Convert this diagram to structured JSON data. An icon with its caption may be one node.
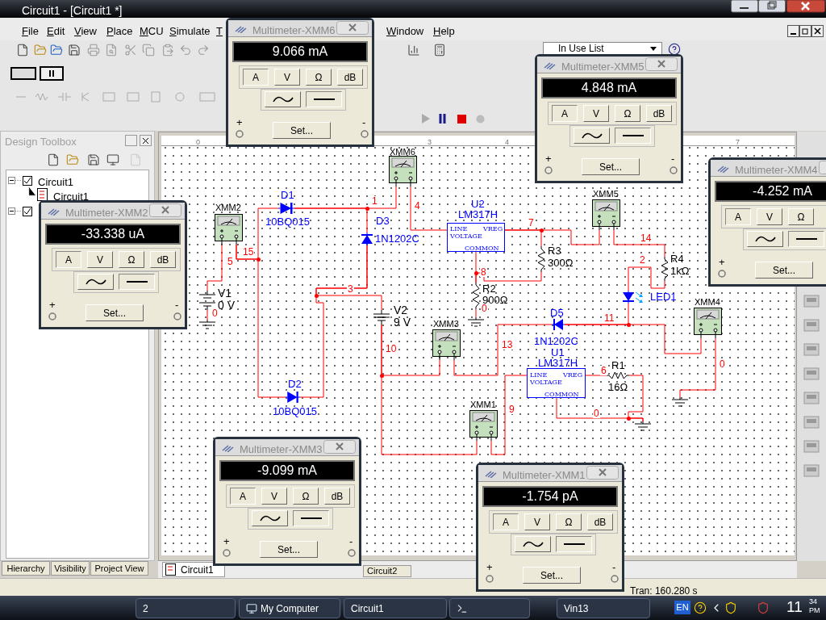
{
  "diagram": {
    "nodes": [
      {
        "text": [
          "XMM2"
        ]
      },
      {
        "text": [
          "V1",
          "0 V"
        ]
      },
      {
        "text": [
          "D1",
          "10BQ015"
        ]
      },
      {
        "text": [
          "D3",
          "1N1202C"
        ]
      },
      {
        "text": [
          "XMM6"
        ]
      },
      {
        "text": [
          "U2",
          "LM317H",
          "LINE VOLTAGE",
          "VREG",
          "COMMON"
        ]
      },
      {
        "text": [
          "R3",
          "300Ω"
        ]
      },
      {
        "text": [
          "XMM5"
        ]
      },
      {
        "text": [
          "R4",
          "1kΩ"
        ]
      },
      {
        "text": [
          "LED1"
        ]
      },
      {
        "text": [
          "R2",
          "900Ω"
        ]
      },
      {
        "text": [
          "V2",
          "9 V"
        ]
      },
      {
        "text": [
          "D2",
          "10BQ015"
        ]
      },
      {
        "text": [
          "XMM3"
        ]
      },
      {
        "text": [
          "D5",
          "1N1202C"
        ]
      },
      {
        "text": [
          "U1",
          "LM317H",
          "LINE VOLTAGE",
          "VREG",
          "COMMON"
        ]
      },
      {
        "text": [
          "R1",
          "16Ω"
        ]
      },
      {
        "text": [
          "XMM4"
        ]
      },
      {
        "text": [
          "XMM1"
        ]
      },
      {
        "text": [],
        "shape": "ground"
      },
      {
        "text": [],
        "shape": "ground"
      },
      {
        "text": [],
        "shape": "ground"
      },
      {
        "text": [],
        "shape": "ground"
      },
      {
        "text": [
          "Multimeter-XMM6",
          "9.066 mA",
          "A",
          "V",
          "Ω",
          "+",
          "Set...",
          "dB",
          "-"
        ]
      },
      {
        "text": [
          "Multimeter-XMM5",
          "4.848 mA",
          "A",
          "V",
          "Ω",
          "+",
          "Set...",
          "dB",
          "-"
        ]
      },
      {
        "text": [
          "Multimeter-XMM4",
          "-4.252 mA",
          "A",
          "V",
          "Ω",
          "+",
          "Set..."
        ]
      },
      {
        "text": [
          "Multimeter-XMM2",
          "-33.338 uA",
          "A",
          "V",
          "Ω",
          "+",
          "Set...",
          "dB",
          "-"
        ]
      },
      {
        "text": [
          "Multimeter-XMM3",
          "-9.099 mA",
          "A",
          "V",
          "Ω",
          "+",
          "Set...",
          "dB",
          "-"
        ]
      },
      {
        "text": [
          "Multimeter-XMM1",
          "-1.754 pA",
          "A",
          "V",
          "Ω",
          "+",
          "Set...",
          "dB",
          "-"
        ]
      }
    ],
    "edges": [
      {
        "from": 0,
        "to": 1,
        "arrow": "none",
        "label": "5"
      },
      {
        "from": 0,
        "to": 2,
        "arrow": "none",
        "label": "15"
      },
      {
        "from": 0,
        "to": 12,
        "arrow": "none"
      },
      {
        "from": 2,
        "to": 4,
        "arrow": "none",
        "label": "1"
      },
      {
        "from": 2,
        "to": 3,
        "arrow": "none"
      },
      {
        "from": 4,
        "to": 5,
        "arrow": "none",
        "label": "4"
      },
      {
        "from": 3,
        "to": 11,
        "arrow": "none",
        "label": "3"
      },
      {
        "from": 3,
        "to": 12,
        "arrow": "none"
      },
      {
        "from": 11,
        "to": 13,
        "arrow": "none",
        "label": "10"
      },
      {
        "from": 11,
        "to": 18,
        "arrow": "none"
      },
      {
        "from": 13,
        "to": 14,
        "arrow": "none",
        "label": "13"
      },
      {
        "from": 14,
        "to": 9,
        "arrow": "none",
        "label": "11"
      },
      {
        "from": 14,
        "to": 17,
        "arrow": "none"
      },
      {
        "from": 9,
        "to": 8,
        "arrow": "none",
        "label": "2"
      },
      {
        "from": 7,
        "to": 8,
        "arrow": "none",
        "label": "14"
      },
      {
        "from": 5,
        "to": 6,
        "arrow": "none",
        "label": "7"
      },
      {
        "from": 5,
        "to": 7,
        "arrow": "none"
      },
      {
        "from": 5,
        "to": 10,
        "arrow": "none",
        "label": "8"
      },
      {
        "from": 6,
        "to": 10,
        "arrow": "none"
      },
      {
        "from": 18,
        "to": 15,
        "arrow": "none",
        "label": "9"
      },
      {
        "from": 15,
        "to": 16,
        "arrow": "none",
        "label": "6"
      },
      {
        "from": 15,
        "to": 22,
        "arrow": "none",
        "label": "0"
      },
      {
        "from": 16,
        "to": 22,
        "arrow": "none"
      },
      {
        "from": 1,
        "to": 19,
        "arrow": "none",
        "label": "0"
      },
      {
        "from": 10,
        "to": 20,
        "arrow": "none",
        "label": "0"
      },
      {
        "from": 17,
        "to": 21,
        "arrow": "none",
        "label": "0"
      }
    ],
    "labels": [
      "Circuit1 - [Circuit1 *]",
      "File",
      "Edit",
      "View",
      "Place",
      "MCU",
      "Simulate",
      "T",
      "Window",
      "Help",
      "In Use List",
      "Design Toolbox",
      "0",
      "3",
      "4",
      "7",
      "Circuit1",
      "Circuit1",
      "Hierarchy",
      "Visibility",
      "Project View",
      "Circuit1",
      "Circuit2",
      "Tran: 160.280 s",
      "2",
      "My Computer",
      "Circuit1",
      "Vin13",
      "EN",
      "11",
      "34",
      "PM"
    ]
  }
}
